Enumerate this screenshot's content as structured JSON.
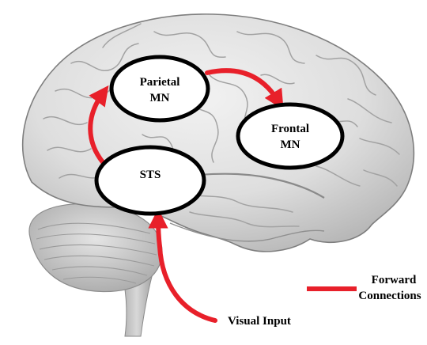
{
  "nodes": {
    "parietal": {
      "line1": "Parietal",
      "line2": "MN"
    },
    "frontal": {
      "line1": "Frontal",
      "line2": "MN"
    },
    "sts": {
      "label": "STS"
    }
  },
  "input_label": "Visual Input",
  "legend": {
    "line1": "Forward",
    "line2": "Connections"
  },
  "colors": {
    "arrow": "#e8202a",
    "node_fill": "#ffffff",
    "node_stroke": "#000000",
    "brain_light": "#e9e9e9",
    "brain_mid": "#cfcfcf",
    "brain_dark": "#9c9c9c"
  }
}
